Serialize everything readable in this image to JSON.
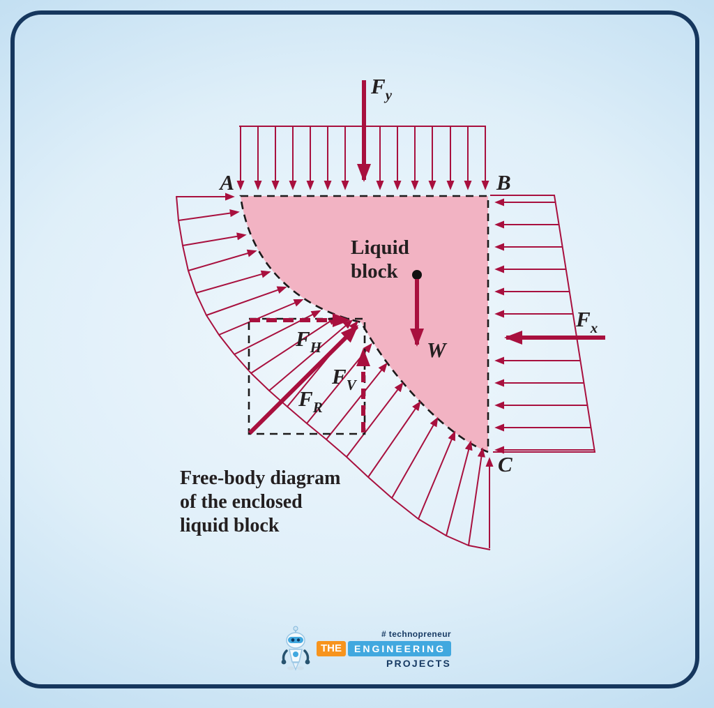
{
  "diagram": {
    "labels": {
      "point_a": "A",
      "point_b": "B",
      "point_c": "C",
      "force_y": {
        "main": "F",
        "sub": "y"
      },
      "force_x": {
        "main": "F",
        "sub": "x"
      },
      "force_h": {
        "main": "F",
        "sub": "H"
      },
      "force_v": {
        "main": "F",
        "sub": "V"
      },
      "force_r": {
        "main": "F",
        "sub": "R"
      },
      "weight": "W",
      "block_line1": "Liquid",
      "block_line2": "block"
    },
    "caption": {
      "line1": "Free-body diagram",
      "line2": "of the enclosed",
      "line3": "liquid block"
    }
  },
  "logo": {
    "tagline": "# technopreneur",
    "the": "THE",
    "engineering": "ENGINEERING",
    "projects": "PROJECTS",
    "icon": "robot-mascot-icon"
  },
  "colors": {
    "arrow_crimson": "#A8103E",
    "block_pink": "#F2B3C3",
    "boundary_black": "#1C1A1A",
    "background_edge_blue": "#BFDDF1",
    "background_center_blue": "#F0F7FC",
    "frame_navy": "#16375E",
    "logo_orange": "#F7941D",
    "logo_blue": "#41A8DF",
    "logo_navy": "#173A63",
    "label_black": "#231F20"
  }
}
